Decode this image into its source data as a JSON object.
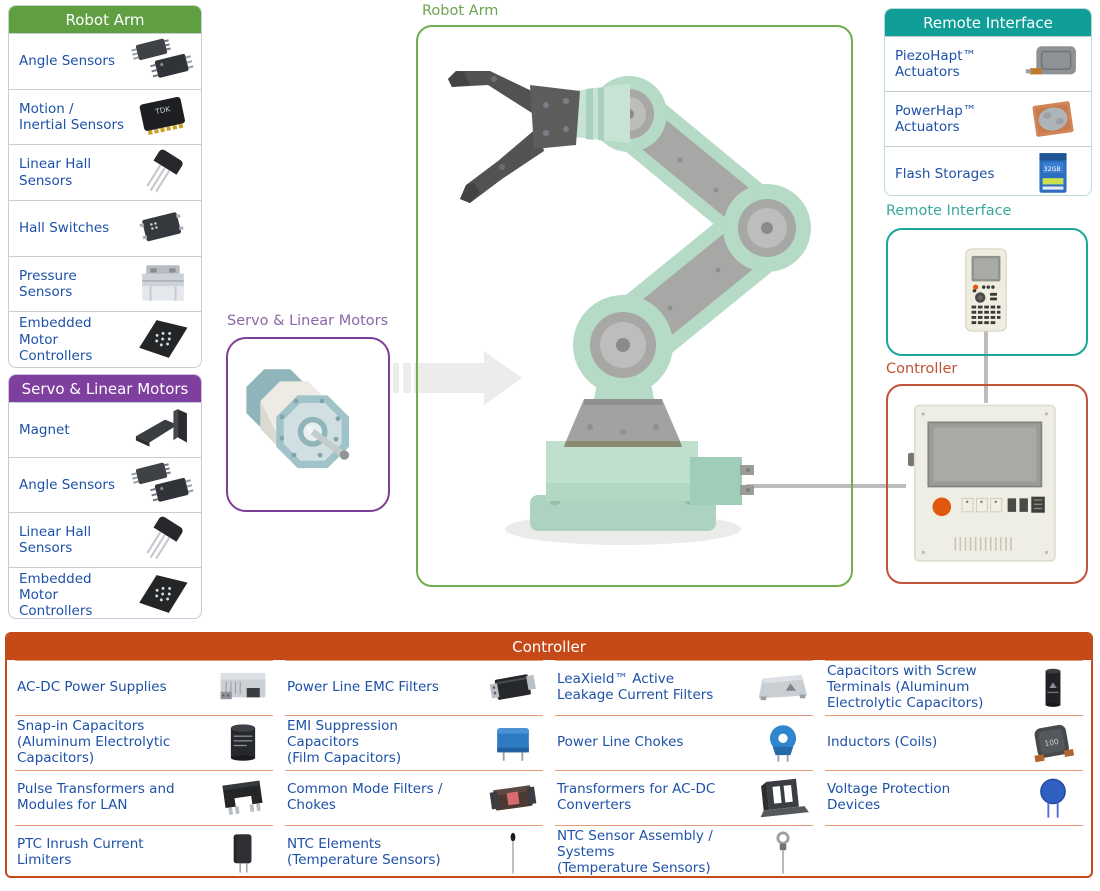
{
  "colors": {
    "green_header": "#5f9e41",
    "purple_header": "#7f3f9f",
    "teal_header": "#109e98",
    "orange_header": "#c64a17",
    "red_box_border": "#c25238",
    "link_blue": "#1d51a8",
    "arrow_gray": "#ececea"
  },
  "panel_robot_arm": {
    "title": "Robot Arm",
    "items": [
      {
        "label": "Angle Sensors",
        "icon": "angle-sensors-icon"
      },
      {
        "label": "Motion /\nInertial Sensors",
        "icon": "motion-inertial-icon"
      },
      {
        "label": "Linear Hall\nSensors",
        "icon": "linear-hall-icon"
      },
      {
        "label": "Hall Switches",
        "icon": "hall-switches-icon"
      },
      {
        "label": "Pressure\nSensors",
        "icon": "pressure-sensors-icon"
      },
      {
        "label": "Embedded Motor\nControllers",
        "icon": "embedded-motor-icon"
      }
    ]
  },
  "panel_servo_motors": {
    "title": "Servo & Linear Motors",
    "items": [
      {
        "label": "Magnet",
        "icon": "magnet-icon"
      },
      {
        "label": "Angle Sensors",
        "icon": "angle-sensors-icon"
      },
      {
        "label": "Linear Hall\nSensors",
        "icon": "linear-hall-icon"
      },
      {
        "label": "Embedded Motor\nControllers",
        "icon": "embedded-motor-icon"
      }
    ]
  },
  "panel_remote_interface": {
    "title": "Remote Interface",
    "items": [
      {
        "label": "PiezoHapt™\nActuators",
        "icon": "piezohapt-icon"
      },
      {
        "label": "PowerHap™\nActuators",
        "icon": "powerhap-icon"
      },
      {
        "label": "Flash Storages",
        "icon": "flash-storage-icon"
      }
    ]
  },
  "diagram": {
    "robot_arm_label": "Robot Arm",
    "servo_motors_label": "Servo & Linear Motors",
    "remote_interface_label": "Remote Interface",
    "controller_label": "Controller"
  },
  "panel_controller": {
    "title": "Controller",
    "columns": [
      {
        "items": [
          {
            "label": "AC-DC Power Supplies",
            "icon": "acdc-power-icon"
          },
          {
            "label": "Snap-in Capacitors\n(Aluminum Electrolytic\nCapacitors)",
            "icon": "snapin-cap-icon"
          },
          {
            "label": "Pulse Transformers and\nModules for LAN",
            "icon": "pulse-transformer-icon"
          },
          {
            "label": "PTC Inrush Current\nLimiters",
            "icon": "ptc-icon"
          }
        ]
      },
      {
        "items": [
          {
            "label": "Power Line EMC Filters",
            "icon": "emc-filter-icon"
          },
          {
            "label": "EMI Suppression\nCapacitors\n(Film Capacitors)",
            "icon": "film-cap-icon"
          },
          {
            "label": "Common Mode Filters /\nChokes",
            "icon": "cm-filter-icon"
          },
          {
            "label": "NTC Elements\n(Temperature Sensors)",
            "icon": "ntc-element-icon"
          }
        ]
      },
      {
        "items": [
          {
            "label": "LeaXield™ Active\nLeakage Current Filters",
            "icon": "leaxield-icon"
          },
          {
            "label": "Power Line Chokes",
            "icon": "choke-icon"
          },
          {
            "label": "Transformers for AC-DC\nConverters",
            "icon": "acdc-transformer-icon"
          },
          {
            "label": "NTC Sensor Assembly /\nSystems\n(Temperature Sensors)",
            "icon": "ntc-assembly-icon"
          }
        ]
      },
      {
        "items": [
          {
            "label": "Capacitors with Screw\nTerminals (Aluminum\nElectrolytic Capacitors)",
            "icon": "screw-cap-icon"
          },
          {
            "label": "Inductors (Coils)",
            "icon": "inductor-icon"
          },
          {
            "label": "Voltage Protection\nDevices",
            "icon": "varistor-icon"
          },
          {
            "label": "",
            "icon": ""
          }
        ]
      }
    ]
  }
}
